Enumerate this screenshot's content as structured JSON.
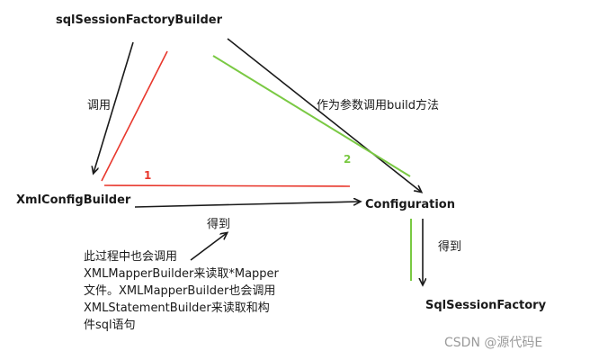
{
  "nodes": {
    "sql_session_factory_builder": "sqlSessionFactoryBuilder",
    "xml_config_builder": "XmlConfigBuilder",
    "configuration": "Configuration",
    "sql_session_factory": "SqlSessionFactory"
  },
  "edges": {
    "call_label": "调用",
    "build_label": "作为参数调用build方法",
    "get_label_horizontal": "得到",
    "get_label_vertical": "得到",
    "step1": "1",
    "step2": "2"
  },
  "note": {
    "text": "此过程中也会调用\nXMLMapperBuilder来读取*Mapper\n文件。XMLMapperBuilder也会调用\nXMLStatementBuilder来读取和构\n件sql语句"
  },
  "watermark": {
    "text": "CSDN @源代码E"
  },
  "colors": {
    "black": "#1a1a1a",
    "red": "#e8372c",
    "green": "#7ac943",
    "watermark_gray": "#9a9a9a"
  }
}
